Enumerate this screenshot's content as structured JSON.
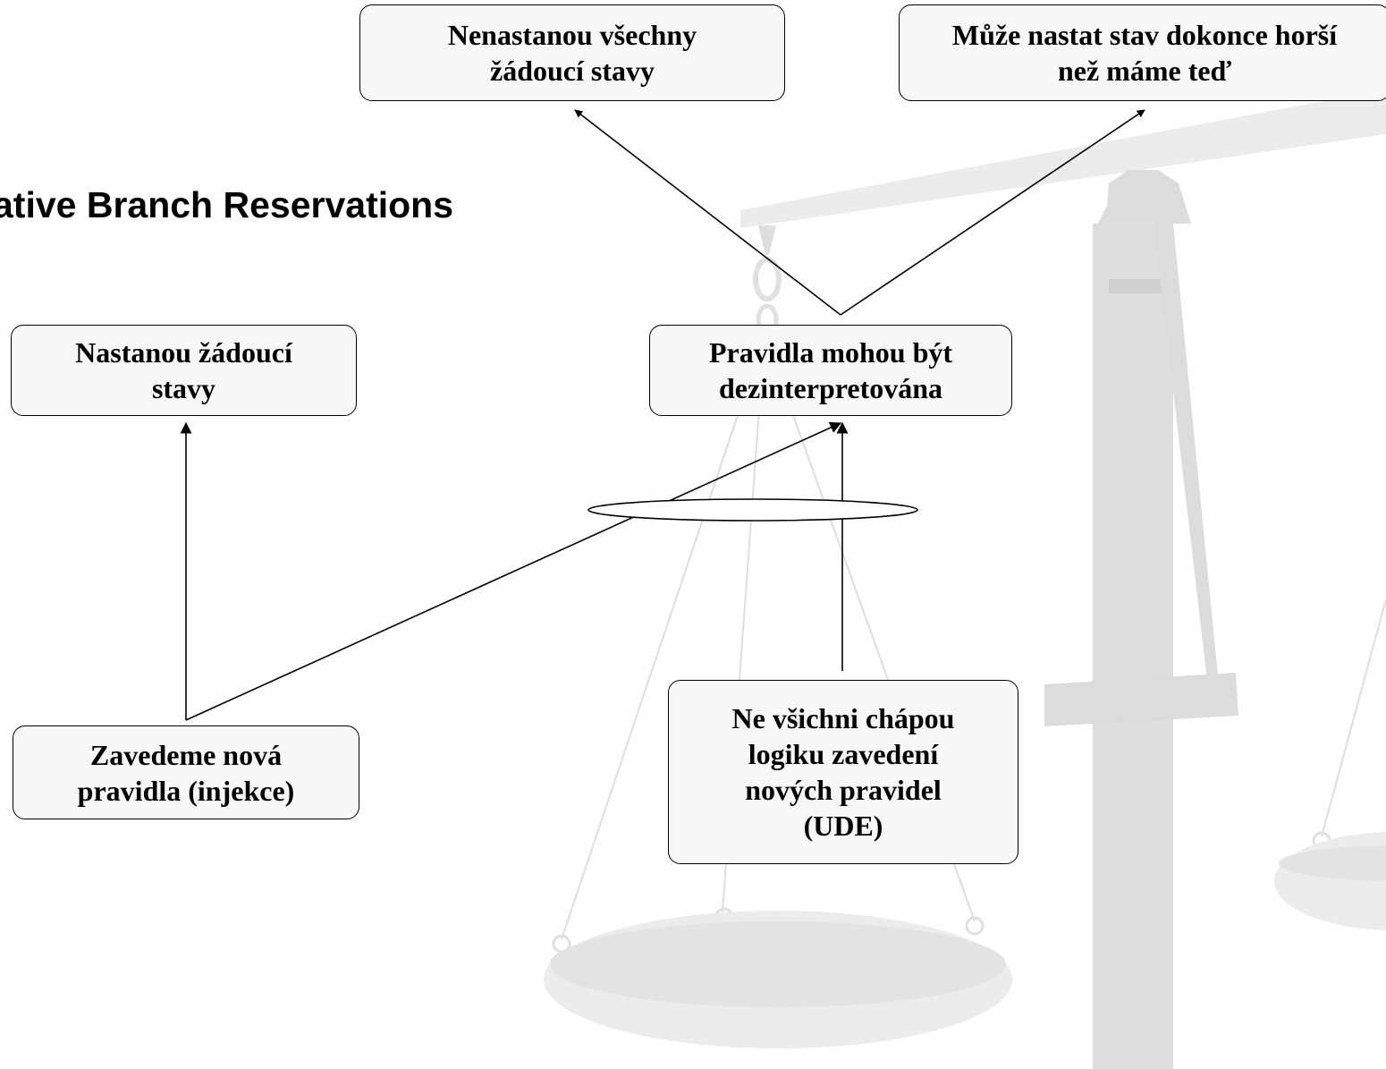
{
  "title": "ative Branch Reservations",
  "nodes": {
    "n1": "Nenastanou všechny\nžádoucí stavy",
    "n2": "Může nastat stav dokonce horší\nnež máme teď",
    "n3": "Nastanou žádoucí\nstavy",
    "n4": "Pravidla mohou být\ndezinterpretována",
    "n5": "Zavedeme nová\npravidla (injekce)",
    "n6": "Ne všichni chápou\nlogiku zavedení\nnových pravidel\n(UDE)"
  },
  "colors": {
    "background": "#ffffff",
    "box_fill": "#f7f7f7",
    "line": "#000000",
    "scale_light": "#ececec",
    "scale_dark": "#dcdcdc"
  },
  "background_image": "balance-scale-watermark"
}
